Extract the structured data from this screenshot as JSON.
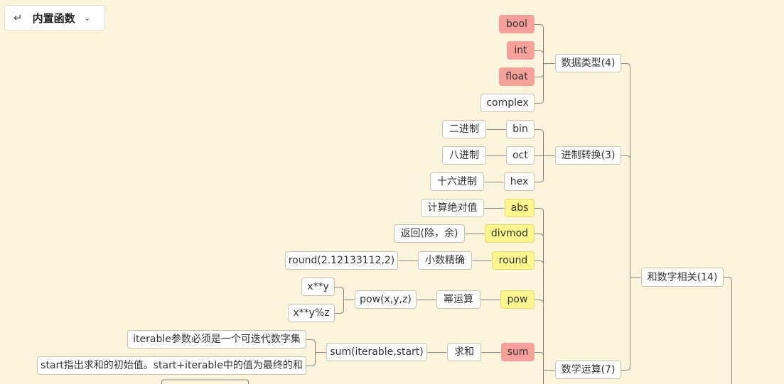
{
  "toolbar": {
    "title": "内置函数",
    "back_icon": "back-arrow-icon",
    "dropdown_icon": "chevron-down-icon"
  },
  "colors": {
    "background": "#fbf4dc",
    "highlight_red": "#f7a09a",
    "highlight_yellow": "#fff58d",
    "connector": "#8a8580"
  },
  "mindmap": {
    "nodes": [
      {
        "id": "shuzi",
        "text": "和数字相关(14)",
        "style": "plain"
      },
      {
        "id": "leixing",
        "text": "数据类型(4)",
        "style": "plain"
      },
      {
        "id": "bool",
        "text": "bool",
        "style": "red"
      },
      {
        "id": "int",
        "text": "int",
        "style": "red"
      },
      {
        "id": "float",
        "text": "float",
        "style": "red"
      },
      {
        "id": "complex",
        "text": "complex",
        "style": "plain"
      },
      {
        "id": "jinzhi",
        "text": "进制转换(3)",
        "style": "plain"
      },
      {
        "id": "bin",
        "text": "bin",
        "style": "plain"
      },
      {
        "id": "bin_d",
        "text": "二进制",
        "style": "plain"
      },
      {
        "id": "oct",
        "text": "oct",
        "style": "plain"
      },
      {
        "id": "oct_d",
        "text": "八进制",
        "style": "plain"
      },
      {
        "id": "hex",
        "text": "hex",
        "style": "plain"
      },
      {
        "id": "hex_d",
        "text": "十六进制",
        "style": "plain"
      },
      {
        "id": "yunsuan",
        "text": "数学运算(7)",
        "style": "plain"
      },
      {
        "id": "abs",
        "text": "abs",
        "style": "yellow"
      },
      {
        "id": "abs_d",
        "text": "计算绝对值",
        "style": "plain"
      },
      {
        "id": "divmod",
        "text": "divmod",
        "style": "yellow"
      },
      {
        "id": "divmod_d",
        "text": "返回(除，余)",
        "style": "plain"
      },
      {
        "id": "round",
        "text": "round",
        "style": "yellow"
      },
      {
        "id": "round_d",
        "text": "小数精确",
        "style": "plain"
      },
      {
        "id": "round_e",
        "text": "round(2.12133112,2)",
        "style": "plain"
      },
      {
        "id": "pow",
        "text": "pow",
        "style": "yellow"
      },
      {
        "id": "pow_d",
        "text": "幂运算",
        "style": "plain"
      },
      {
        "id": "pow_s",
        "text": "pow(x,y,z)",
        "style": "plain"
      },
      {
        "id": "pow_e1",
        "text": "x**y",
        "style": "plain"
      },
      {
        "id": "pow_e2",
        "text": "x**y%z",
        "style": "plain"
      },
      {
        "id": "sum",
        "text": "sum",
        "style": "red"
      },
      {
        "id": "sum_d",
        "text": "求和",
        "style": "plain"
      },
      {
        "id": "sum_s",
        "text": "sum(iterable,start)",
        "style": "plain"
      },
      {
        "id": "sum_n1",
        "text": "iterable参数必须是一个可迭代数字集",
        "style": "plain"
      },
      {
        "id": "sum_n2",
        "text": "start指出求和的初始值。start+iterable中的值为最终的和",
        "style": "plain"
      }
    ]
  }
}
